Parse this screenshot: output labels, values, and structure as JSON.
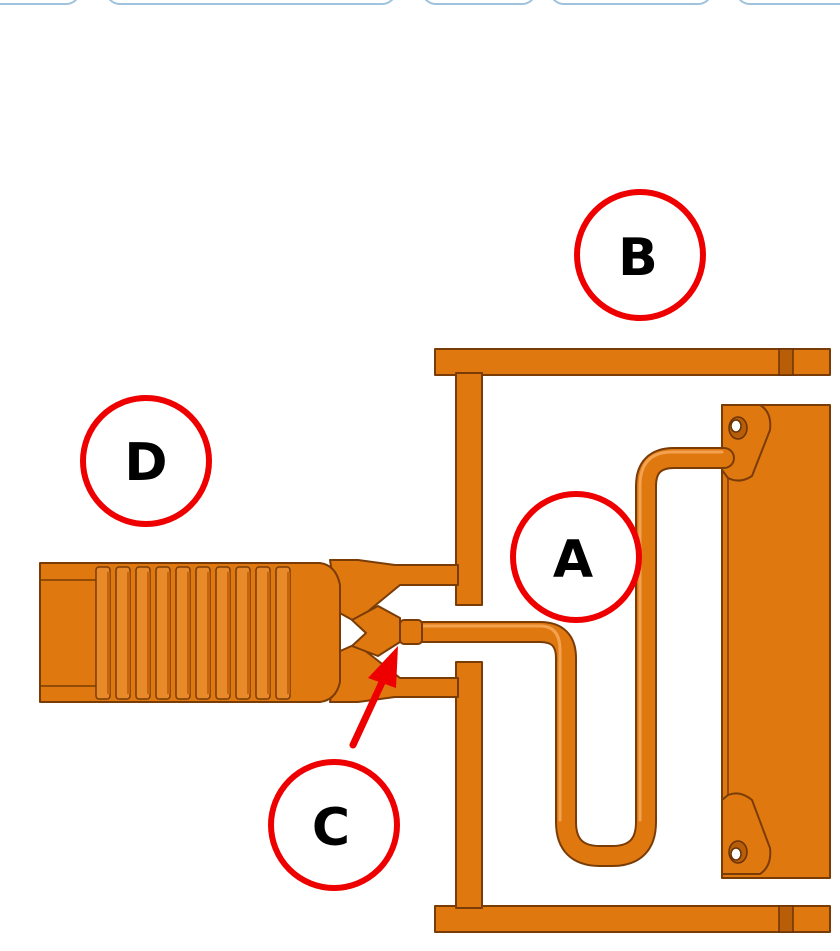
{
  "diagram": {
    "part_color": "#e07810",
    "outline_color": "#7a3c06",
    "callout_color": "#ee0000",
    "callouts": [
      {
        "id": "a",
        "label": "A"
      },
      {
        "id": "b",
        "label": "B"
      },
      {
        "id": "c",
        "label": "C"
      },
      {
        "id": "d",
        "label": "D"
      }
    ]
  }
}
